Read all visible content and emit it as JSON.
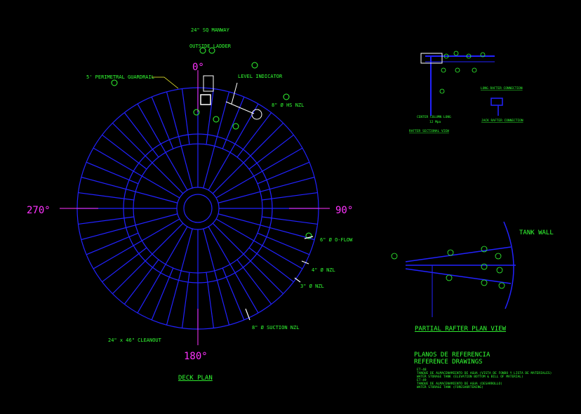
{
  "colors": {
    "background": "#000000",
    "structure": "#2222ff",
    "text": "#33ff33",
    "accent": "#ff33ff",
    "white": "#ffffff",
    "yellow": "#ffff33",
    "orange": "#ff8800"
  },
  "deck_plan": {
    "labels": {
      "manway": "24\" SQ MANWAY",
      "ladder": "OUTSIDE LADDER",
      "guardrail": "5' PERIMETRAL GUARDRAIL",
      "level": "LEVEL INDICATOR",
      "hs_nozzle": "8\" Ø HS NZL",
      "oflow": "6\" Ø O-FLOW",
      "nzl4": "4\" Ø NZL",
      "nzl3": "3\" Ø NZL",
      "suction": "8\" Ø SUCTION NZL",
      "cleanout": "24\" x 46\" CLEANOUT"
    },
    "angles": {
      "a0": "0°",
      "a90": "90°",
      "a180": "180°",
      "a270": "270°"
    },
    "title": "DECK PLAN"
  },
  "details": {
    "center_column": "CENTER COLUMN LONG",
    "center_column_2": "12 Mpa",
    "rafter_sectional": "RAFTER SECTIONAL VIEW",
    "long_rafter": "LONG RAFTER CONNECTION",
    "jack_rafter": "JACK RAFTER CONNECTION"
  },
  "partial_view": {
    "tank_wall": "TANK WALL",
    "title": "PARTIAL RAFTER PLAN VIEW"
  },
  "references": {
    "title_es": "PLANOS DE REFERENCIA",
    "title_en": "REFERENCE DRAWINGS",
    "lines": [
      "ET-48",
      "TANQUE DE ALMACENAMIENTO DE AGUA (VISTA DE FONDO Y LISTA DE MATERIALES)",
      "WATER STORAGE TANK (ELEVATION BOTTOM & BILL OF MATERIAL)",
      "ET-49",
      "TANQUE DE ALMACENAMIENTO DE AGUA (DESARROLLO)",
      "WATER STORAGE TANK (FORESHORTENING)"
    ]
  }
}
